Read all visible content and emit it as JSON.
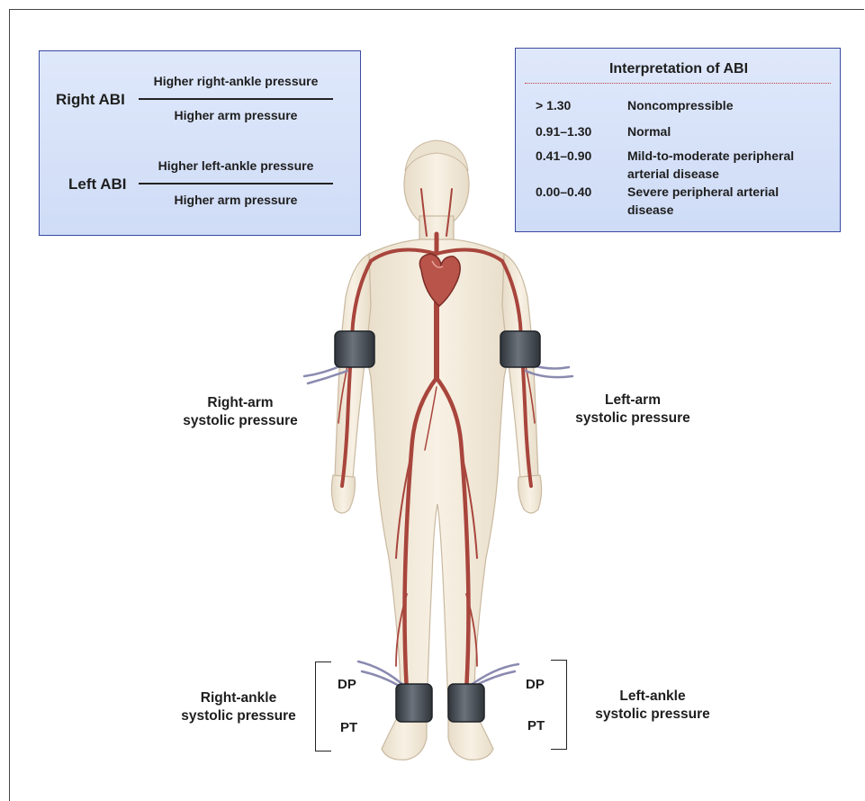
{
  "abi_formulas": {
    "right": {
      "name": "Right ABI",
      "numerator": "Higher right-ankle pressure",
      "denominator": "Higher arm pressure"
    },
    "left": {
      "name": "Left ABI",
      "numerator": "Higher left-ankle pressure",
      "denominator": "Higher arm pressure"
    }
  },
  "interpretation": {
    "title": "Interpretation of ABI",
    "rows": [
      {
        "range": "> 1.30",
        "meaning": "Noncompressible"
      },
      {
        "range": "0.91–1.30",
        "meaning": "Normal"
      },
      {
        "range": "0.41–0.90",
        "meaning": "Mild-to-moderate peripheral arterial disease"
      },
      {
        "range": "0.00–0.40",
        "meaning": "Severe peripheral arterial disease"
      }
    ]
  },
  "figure_labels": {
    "right_arm": [
      "Right-arm",
      "systolic pressure"
    ],
    "left_arm": [
      "Left-arm",
      "systolic pressure"
    ],
    "right_ankle": [
      "Right-ankle",
      "systolic pressure"
    ],
    "left_ankle": [
      "Left-ankle",
      "systolic pressure"
    ],
    "pulses": {
      "dp": "DP",
      "pt": "PT"
    }
  },
  "colors": {
    "box_fill": "#d8e3f8",
    "box_border": "#3a4aa0",
    "skin": "#f3e9d8",
    "artery": "#a8453c",
    "cuff": "#4a5058"
  }
}
